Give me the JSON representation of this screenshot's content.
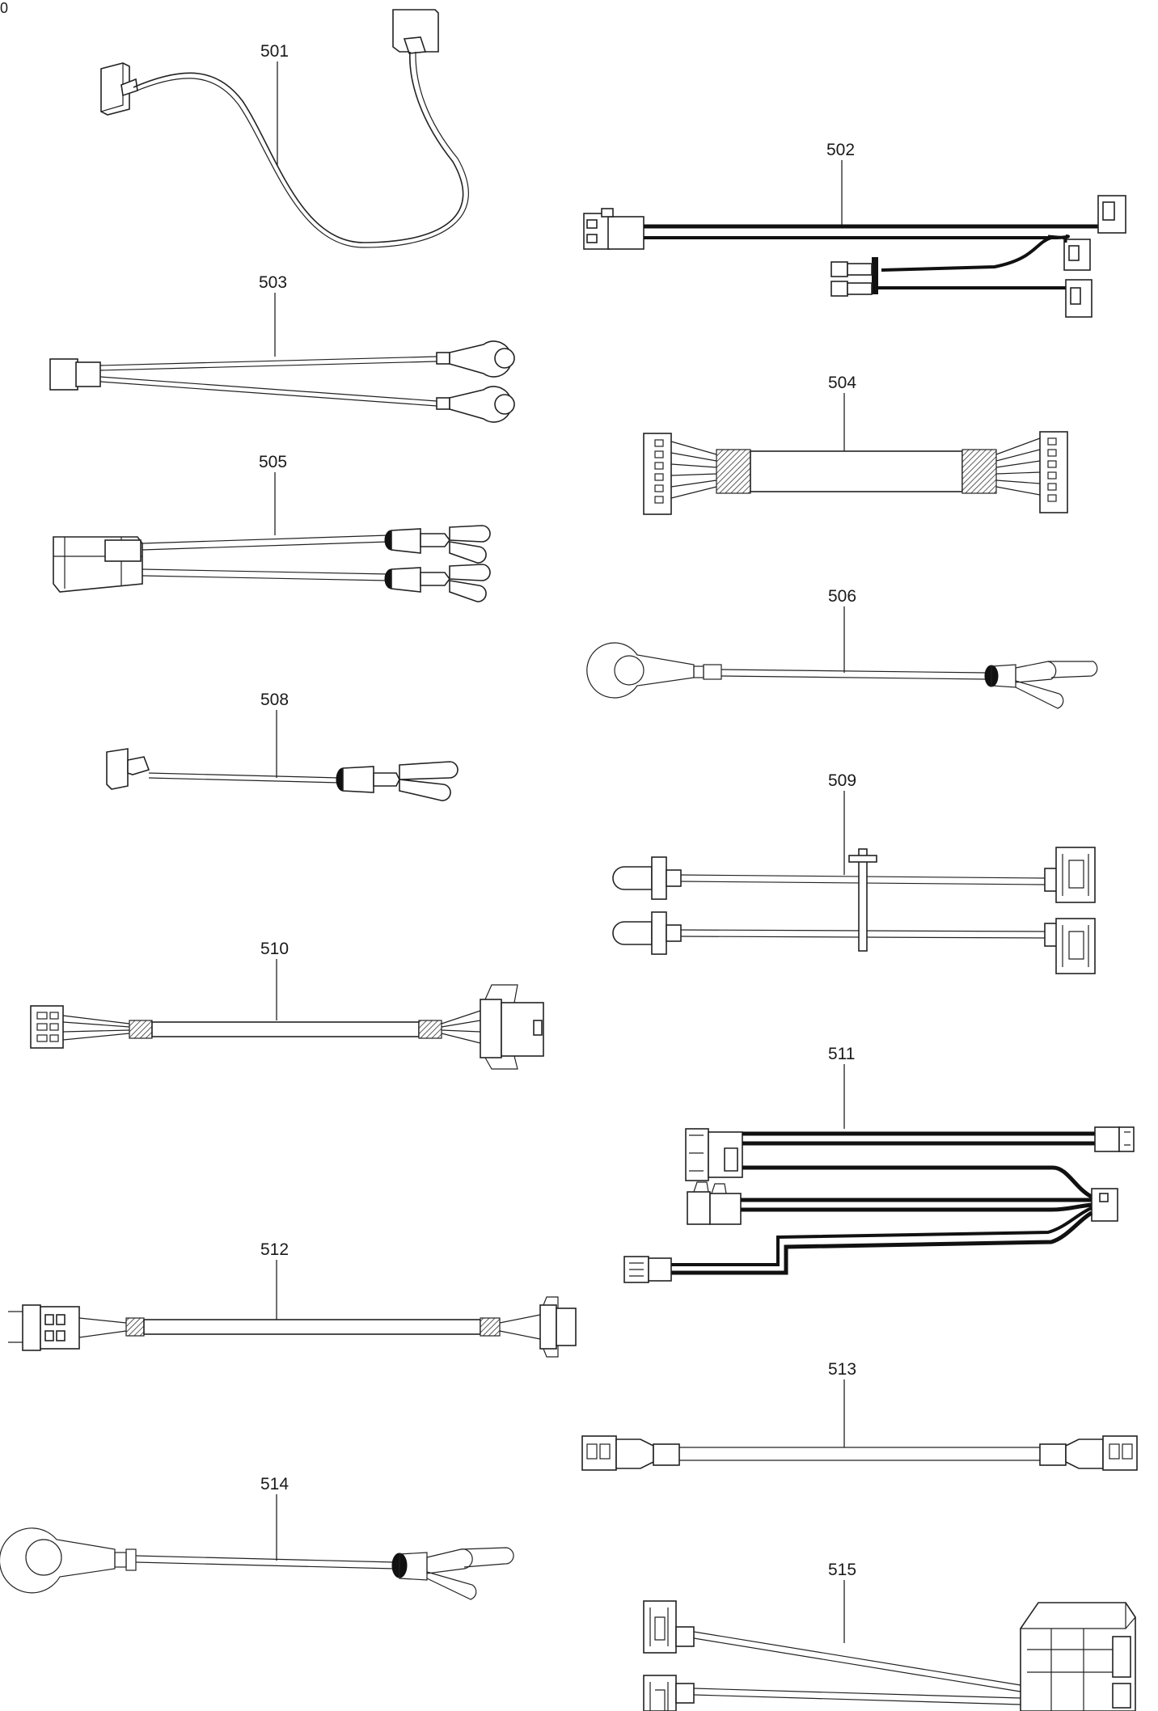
{
  "corner_mark": "0",
  "parts": [
    {
      "id": "501"
    },
    {
      "id": "502"
    },
    {
      "id": "503"
    },
    {
      "id": "504"
    },
    {
      "id": "505"
    },
    {
      "id": "506"
    },
    {
      "id": "508"
    },
    {
      "id": "509"
    },
    {
      "id": "510"
    },
    {
      "id": "511"
    },
    {
      "id": "512"
    },
    {
      "id": "513"
    },
    {
      "id": "514"
    },
    {
      "id": "515"
    }
  ]
}
